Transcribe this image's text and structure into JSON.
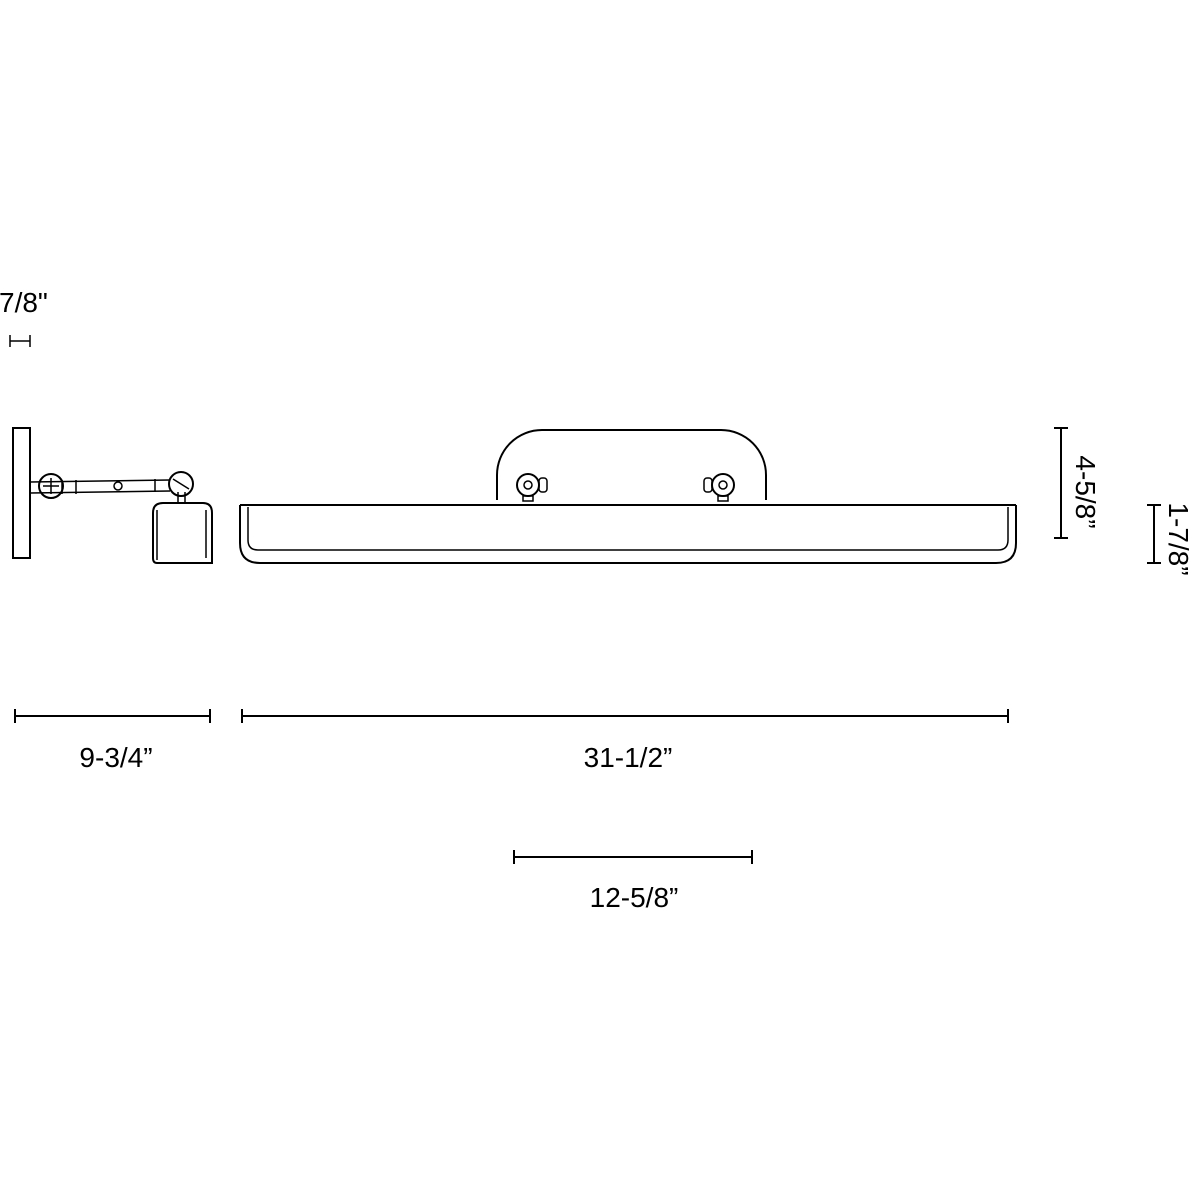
{
  "dimensions": {
    "canopy_depth": "7/8\"",
    "side_projection": "9-3/4”",
    "overall_width": "31-1/2”",
    "mount_spacing": "12-5/8”",
    "overall_height": "4-5/8”",
    "shade_height": "1-7/8”"
  },
  "colors": {
    "line": "#000000",
    "background": "#ffffff"
  }
}
